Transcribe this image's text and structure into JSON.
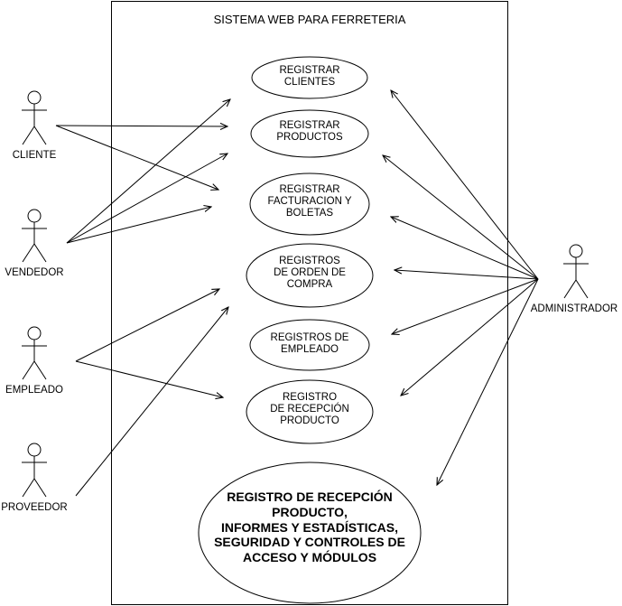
{
  "system": {
    "title": "SISTEMA WEB PARA FERRETERIA"
  },
  "use_cases": [
    {
      "id": "uc1",
      "label": "REGISTRAR\nCLIENTES"
    },
    {
      "id": "uc2",
      "label": "REGISTRAR\nPRODUCTOS"
    },
    {
      "id": "uc3",
      "label": "REGISTRAR\nFACTURACION Y\nBOLETAS"
    },
    {
      "id": "uc4",
      "label": "REGISTROS\nDE ORDEN DE\nCOMPRA"
    },
    {
      "id": "uc5",
      "label": "REGISTROS DE\nEMPLEADO"
    },
    {
      "id": "uc6",
      "label": "REGISTRO\nDE RECEPCIÓN\nPRODUCTO"
    },
    {
      "id": "uc7",
      "label": "REGISTRO DE RECEPCIÓN\nPRODUCTO,\nINFORMES Y ESTADÍSTICAS,\nSEGURIDAD Y CONTROLES DE\nACCESO Y MÓDULOS"
    }
  ],
  "actors": [
    {
      "id": "cliente",
      "label": "CLIENTE"
    },
    {
      "id": "vendedor",
      "label": "VENDEDOR"
    },
    {
      "id": "empleado",
      "label": "EMPLEADO"
    },
    {
      "id": "proveedor",
      "label": "PROVEEDOR"
    },
    {
      "id": "administrador",
      "label": "ADMINISTRADOR"
    }
  ],
  "colors": {
    "stroke": "#000000",
    "fill": "#ffffff"
  }
}
